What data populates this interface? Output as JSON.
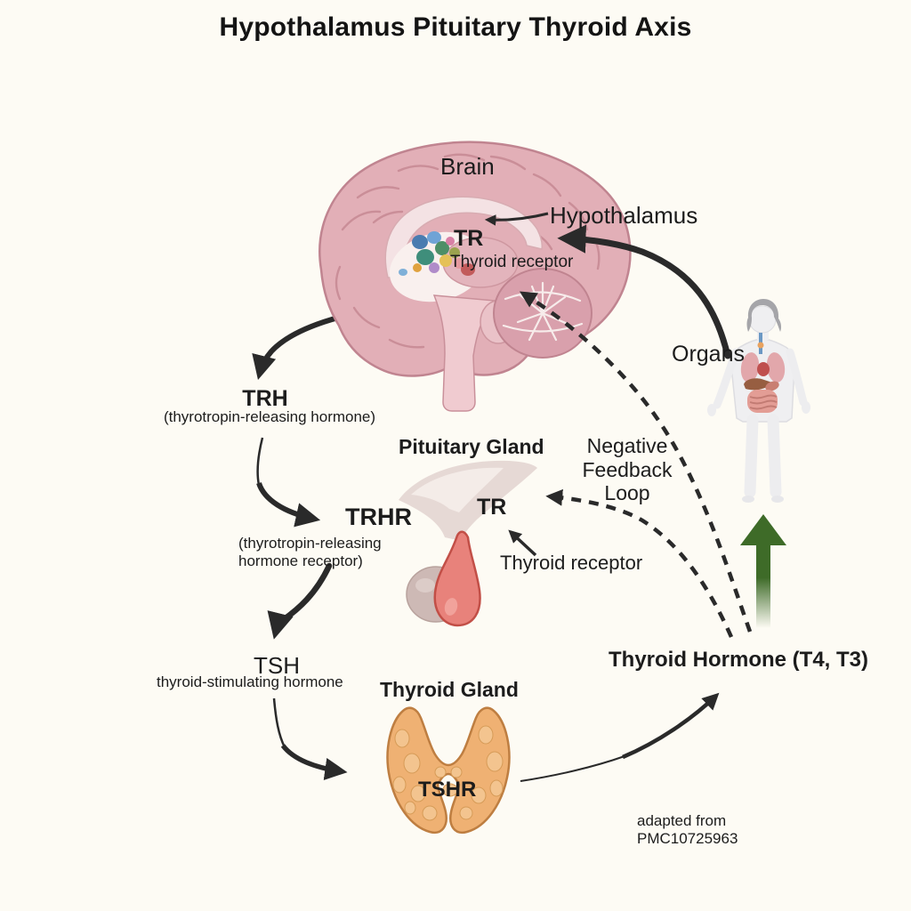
{
  "title": "Hypothalamus Pituitary Thyroid Axis",
  "labels": {
    "brain": "Brain",
    "hypothalamus": "Hypothalamus",
    "brain_tr": "TR",
    "brain_tr_caption": "Thyroid receptor",
    "trh": "TRH",
    "trh_caption": "(thyrotropin-releasing hormone)",
    "pituitary_gland": "Pituitary Gland",
    "trhr": "TRHR",
    "trhr_caption": "(thyrotropin-releasing\nhormone receptor)",
    "pituitary_tr": "TR",
    "pituitary_tr_caption": "Thyroid receptor",
    "negative_feedback": "Negative\nFeedback\nLoop",
    "tsh": "TSH",
    "tsh_caption": "thyroid-stimulating hormone",
    "thyroid_gland": "Thyroid Gland",
    "tshr": "TSHR",
    "thyroid_hormone": "Thyroid Hormone (T4, T3)",
    "organs": "Organs",
    "attribution": "adapted from\nPMC10725963"
  },
  "colors": {
    "background": "#FDFBF4",
    "text": "#1C1C1C",
    "arrow": "#2A2A2A",
    "feedback_green": "#3E6B28",
    "brain_pink": "#E2AFB7",
    "pituitary_red": "#E8827B",
    "thyroid_orange": "#EFB173"
  }
}
